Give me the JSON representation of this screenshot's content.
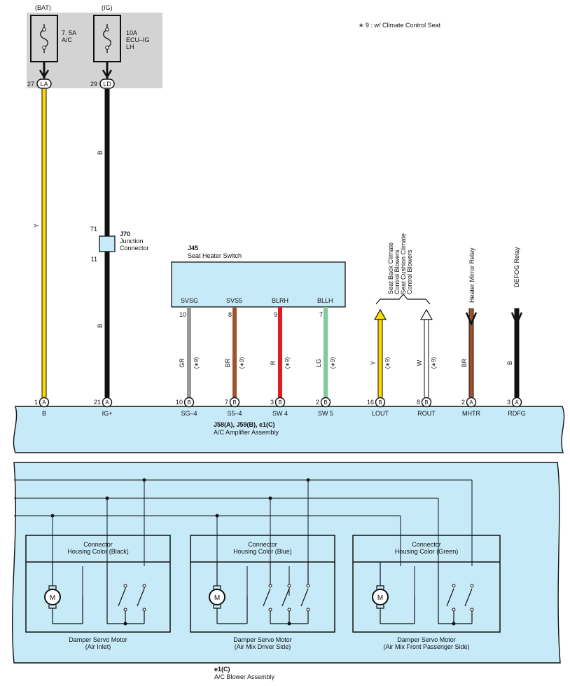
{
  "note": "∗ 9 : w/ Climate Control Seat",
  "fuses": [
    {
      "source": "(BAT)",
      "line1": "7. 5A",
      "line2": "A/C",
      "line3": "",
      "pin": "27",
      "conn": "LA"
    },
    {
      "source": "(IG)",
      "line1": "10A",
      "line2": "ECU–IG",
      "line3": "LH",
      "pin": "29",
      "conn": "LD"
    }
  ],
  "junction": {
    "id": "J70",
    "name1": "Junction",
    "name2": "Connector",
    "pin_top": "71",
    "pin_bottom": "11"
  },
  "seat_switch": {
    "id": "J45",
    "name": "Seat Heater Switch",
    "pins": [
      {
        "term": "SVSG",
        "pin": "10",
        "color": "GR"
      },
      {
        "term": "SVS5",
        "pin": "8",
        "color": "BR"
      },
      {
        "term": "BLRH",
        "pin": "9",
        "color": "R"
      },
      {
        "term": "BLLH",
        "pin": "7",
        "color": "LG"
      }
    ]
  },
  "wire_b_upper": "B",
  "wire_b_lower": "B",
  "wire_y": "Y",
  "note_tag": "(∗9)",
  "blowers_label": [
    "Seat Back Climate",
    "Control Blowers",
    "Seat Cushion Climate",
    "Control Blowers"
  ],
  "relays": {
    "mhtr": "Heater Mirror Relay",
    "rdfg": "DEFOG Relay"
  },
  "out_wires": [
    {
      "color": "Y",
      "note": "(∗9)"
    },
    {
      "color": "W",
      "note": "(∗9)"
    },
    {
      "color": "BR",
      "note": ""
    },
    {
      "color": "B",
      "note": ""
    }
  ],
  "amp_pins": [
    {
      "pin": "1",
      "conn": "A",
      "term": "B"
    },
    {
      "pin": "21",
      "conn": "A",
      "term": "IG+"
    },
    {
      "pin": "10",
      "conn": "B",
      "term": "SG–4"
    },
    {
      "pin": "7",
      "conn": "B",
      "term": "S5–4"
    },
    {
      "pin": "3",
      "conn": "B",
      "term": "SW 4"
    },
    {
      "pin": "2",
      "conn": "B",
      "term": "SW 5"
    },
    {
      "pin": "16",
      "conn": "B",
      "term": "LOUT"
    },
    {
      "pin": "8",
      "conn": "B",
      "term": "ROUT"
    },
    {
      "pin": "2",
      "conn": "A",
      "term": "MHTR"
    },
    {
      "pin": "3",
      "conn": "A",
      "term": "RDFG"
    }
  ],
  "amplifier": {
    "id": "J58(A), J59(B), e1(C)",
    "name": "A/C Amplifier Assembly"
  },
  "motors": [
    {
      "conn1": "Connector",
      "conn2": "Housing Color (Black)",
      "name1": "Damper Servo Motor",
      "name2": "(Air Inlet)"
    },
    {
      "conn1": "Connector",
      "conn2": "Housing Color (Blue)",
      "name1": "Damper Servo Motor",
      "name2": "(Air Mix Driver Side)"
    },
    {
      "conn1": "Connector",
      "conn2": "Housing Color (Green)",
      "name1": "Damper Servo Motor",
      "name2": "(Air Mix Front Passenger Side)"
    }
  ],
  "motor_symbol": "M",
  "blower": {
    "id": "e1(C)",
    "name": "A/C Blower Assembly"
  },
  "colors": {
    "yellow": "#FFD800",
    "black": "#111111",
    "gray": "#999999",
    "brown": "#A0522D",
    "red": "#E01B24",
    "lightgreen": "#7DCC9A",
    "panel": "#C7EAF8",
    "fusebox": "#D3D3D3"
  }
}
